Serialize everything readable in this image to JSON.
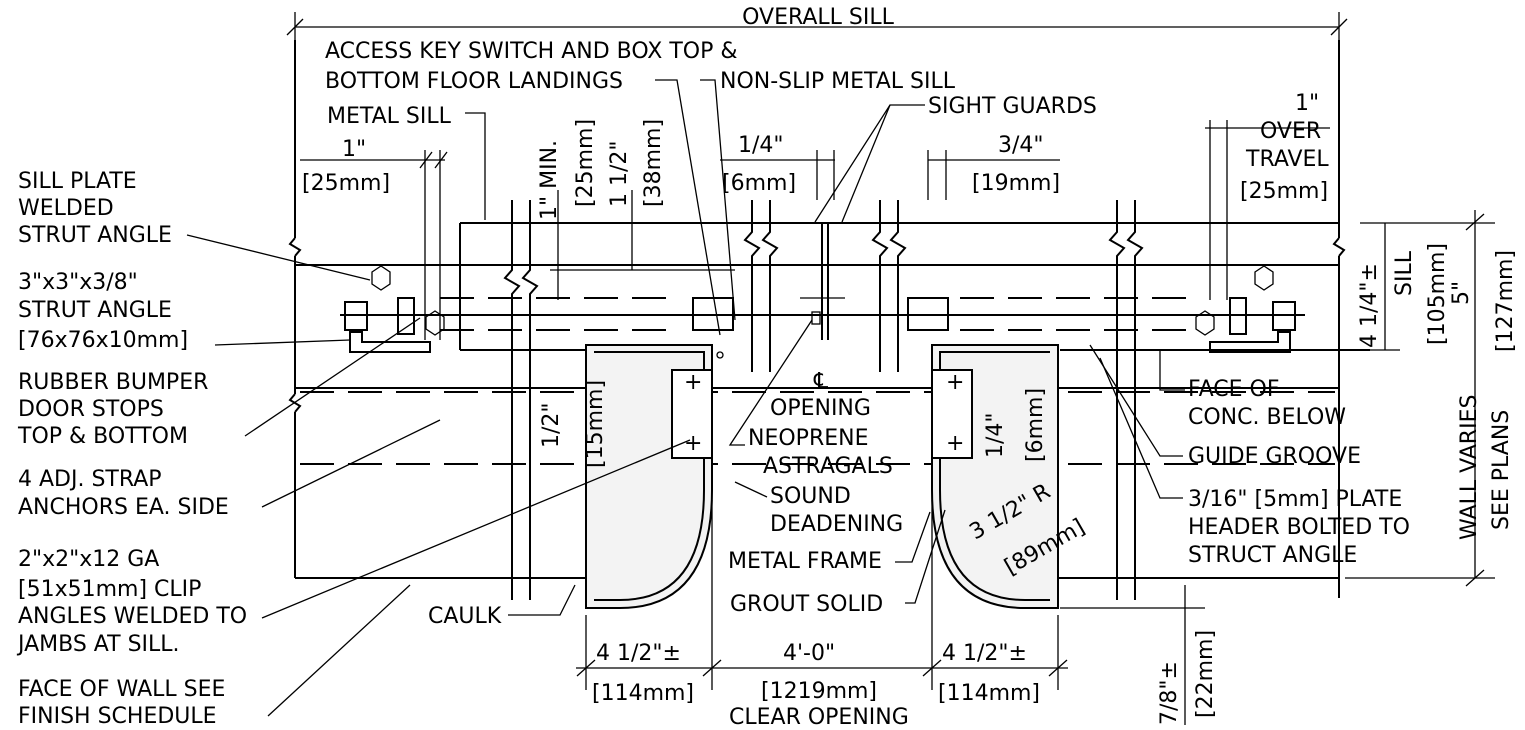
{
  "labels": {
    "overall_sill": "OVERALL SILL",
    "access_key_1": "ACCESS KEY SWITCH AND BOX TOP &",
    "access_key_2": "BOTTOM FLOOR LANDINGS",
    "non_slip": "NON-SLIP METAL SILL",
    "metal_sill": "METAL SILL",
    "sight_guards": "SIGHT GUARDS",
    "dim_1in_left": "1\"",
    "dim_25mm_left": "[25mm]",
    "dim_1in_min": "1\" MIN.",
    "dim_25mm_v": "[25mm]",
    "dim_1_1_2": "1 1/2\"",
    "dim_38mm": "[38mm]",
    "dim_1_4": "1/4\"",
    "dim_6mm": "[6mm]",
    "dim_3_4": "3/4\"",
    "dim_19mm": "[19mm]",
    "dim_1in_right": "1\"",
    "over_travel_1": "OVER",
    "over_travel_2": "TRAVEL",
    "dim_25mm_right": "[25mm]",
    "sill_plate_1": "SILL PLATE",
    "sill_plate_2": "WELDED",
    "sill_plate_3": "STRUT ANGLE",
    "strut_1": "3\"x3\"x3/8\"",
    "strut_2": "STRUT ANGLE",
    "strut_3": "[76x76x10mm]",
    "bumper_1": "RUBBER BUMPER",
    "bumper_2": "DOOR STOPS",
    "bumper_3": "TOP & BOTTOM",
    "anchors_1": "4 ADJ. STRAP",
    "anchors_2": "ANCHORS EA. SIDE",
    "clip_1": "2\"x2\"x12 GA",
    "clip_2": "[51x51mm] CLIP",
    "clip_3": "ANGLES WELDED TO",
    "clip_4": "JAMBS AT SILL.",
    "face_wall_1": "FACE OF WALL SEE",
    "face_wall_2": "FINISH SCHEDULE",
    "caulk": "CAULK",
    "dim_1_2": "1/2\"",
    "dim_15mm": "[15mm]",
    "cl_symbol": "℄",
    "opening": "OPENING",
    "neoprene_1": "NEOPRENE",
    "neoprene_2": "ASTRAGALS",
    "sound_1": "SOUND",
    "sound_2": "DEADENING",
    "metal_frame": "METAL FRAME",
    "grout": "GROUT SOLID",
    "dim_1_4_v": "1/4\"",
    "dim_6mm_v": "[6mm]",
    "radius": "3 1/2\" R",
    "radius_mm": "[89mm]",
    "face_conc_1": "FACE OF",
    "face_conc_2": "CONC. BELOW",
    "guide_groove": "GUIDE GROOVE",
    "plate_1": "3/16\" [5mm] PLATE",
    "plate_2": "HEADER BOLTED TO",
    "plate_3": "STRUCT ANGLE",
    "sill_dim_1": "4 1/4\"±",
    "sill_dim_2": "SILL",
    "sill_dim_3": "[105mm]",
    "dim_5in": "5\"",
    "dim_127mm": "[127mm]",
    "wall_varies": "WALL VARIES",
    "see_plans": "SEE PLANS",
    "dim_4_1_2_left": "4 1/2\"±",
    "dim_114_left": "[114mm]",
    "dim_4_0": "4'-0\"",
    "dim_1219": "[1219mm]",
    "clear_opening": "CLEAR OPENING",
    "dim_4_1_2_right": "4 1/2\"±",
    "dim_114_right": "[114mm]",
    "dim_7_8": "7/8\"±",
    "dim_22mm": "[22mm]"
  }
}
